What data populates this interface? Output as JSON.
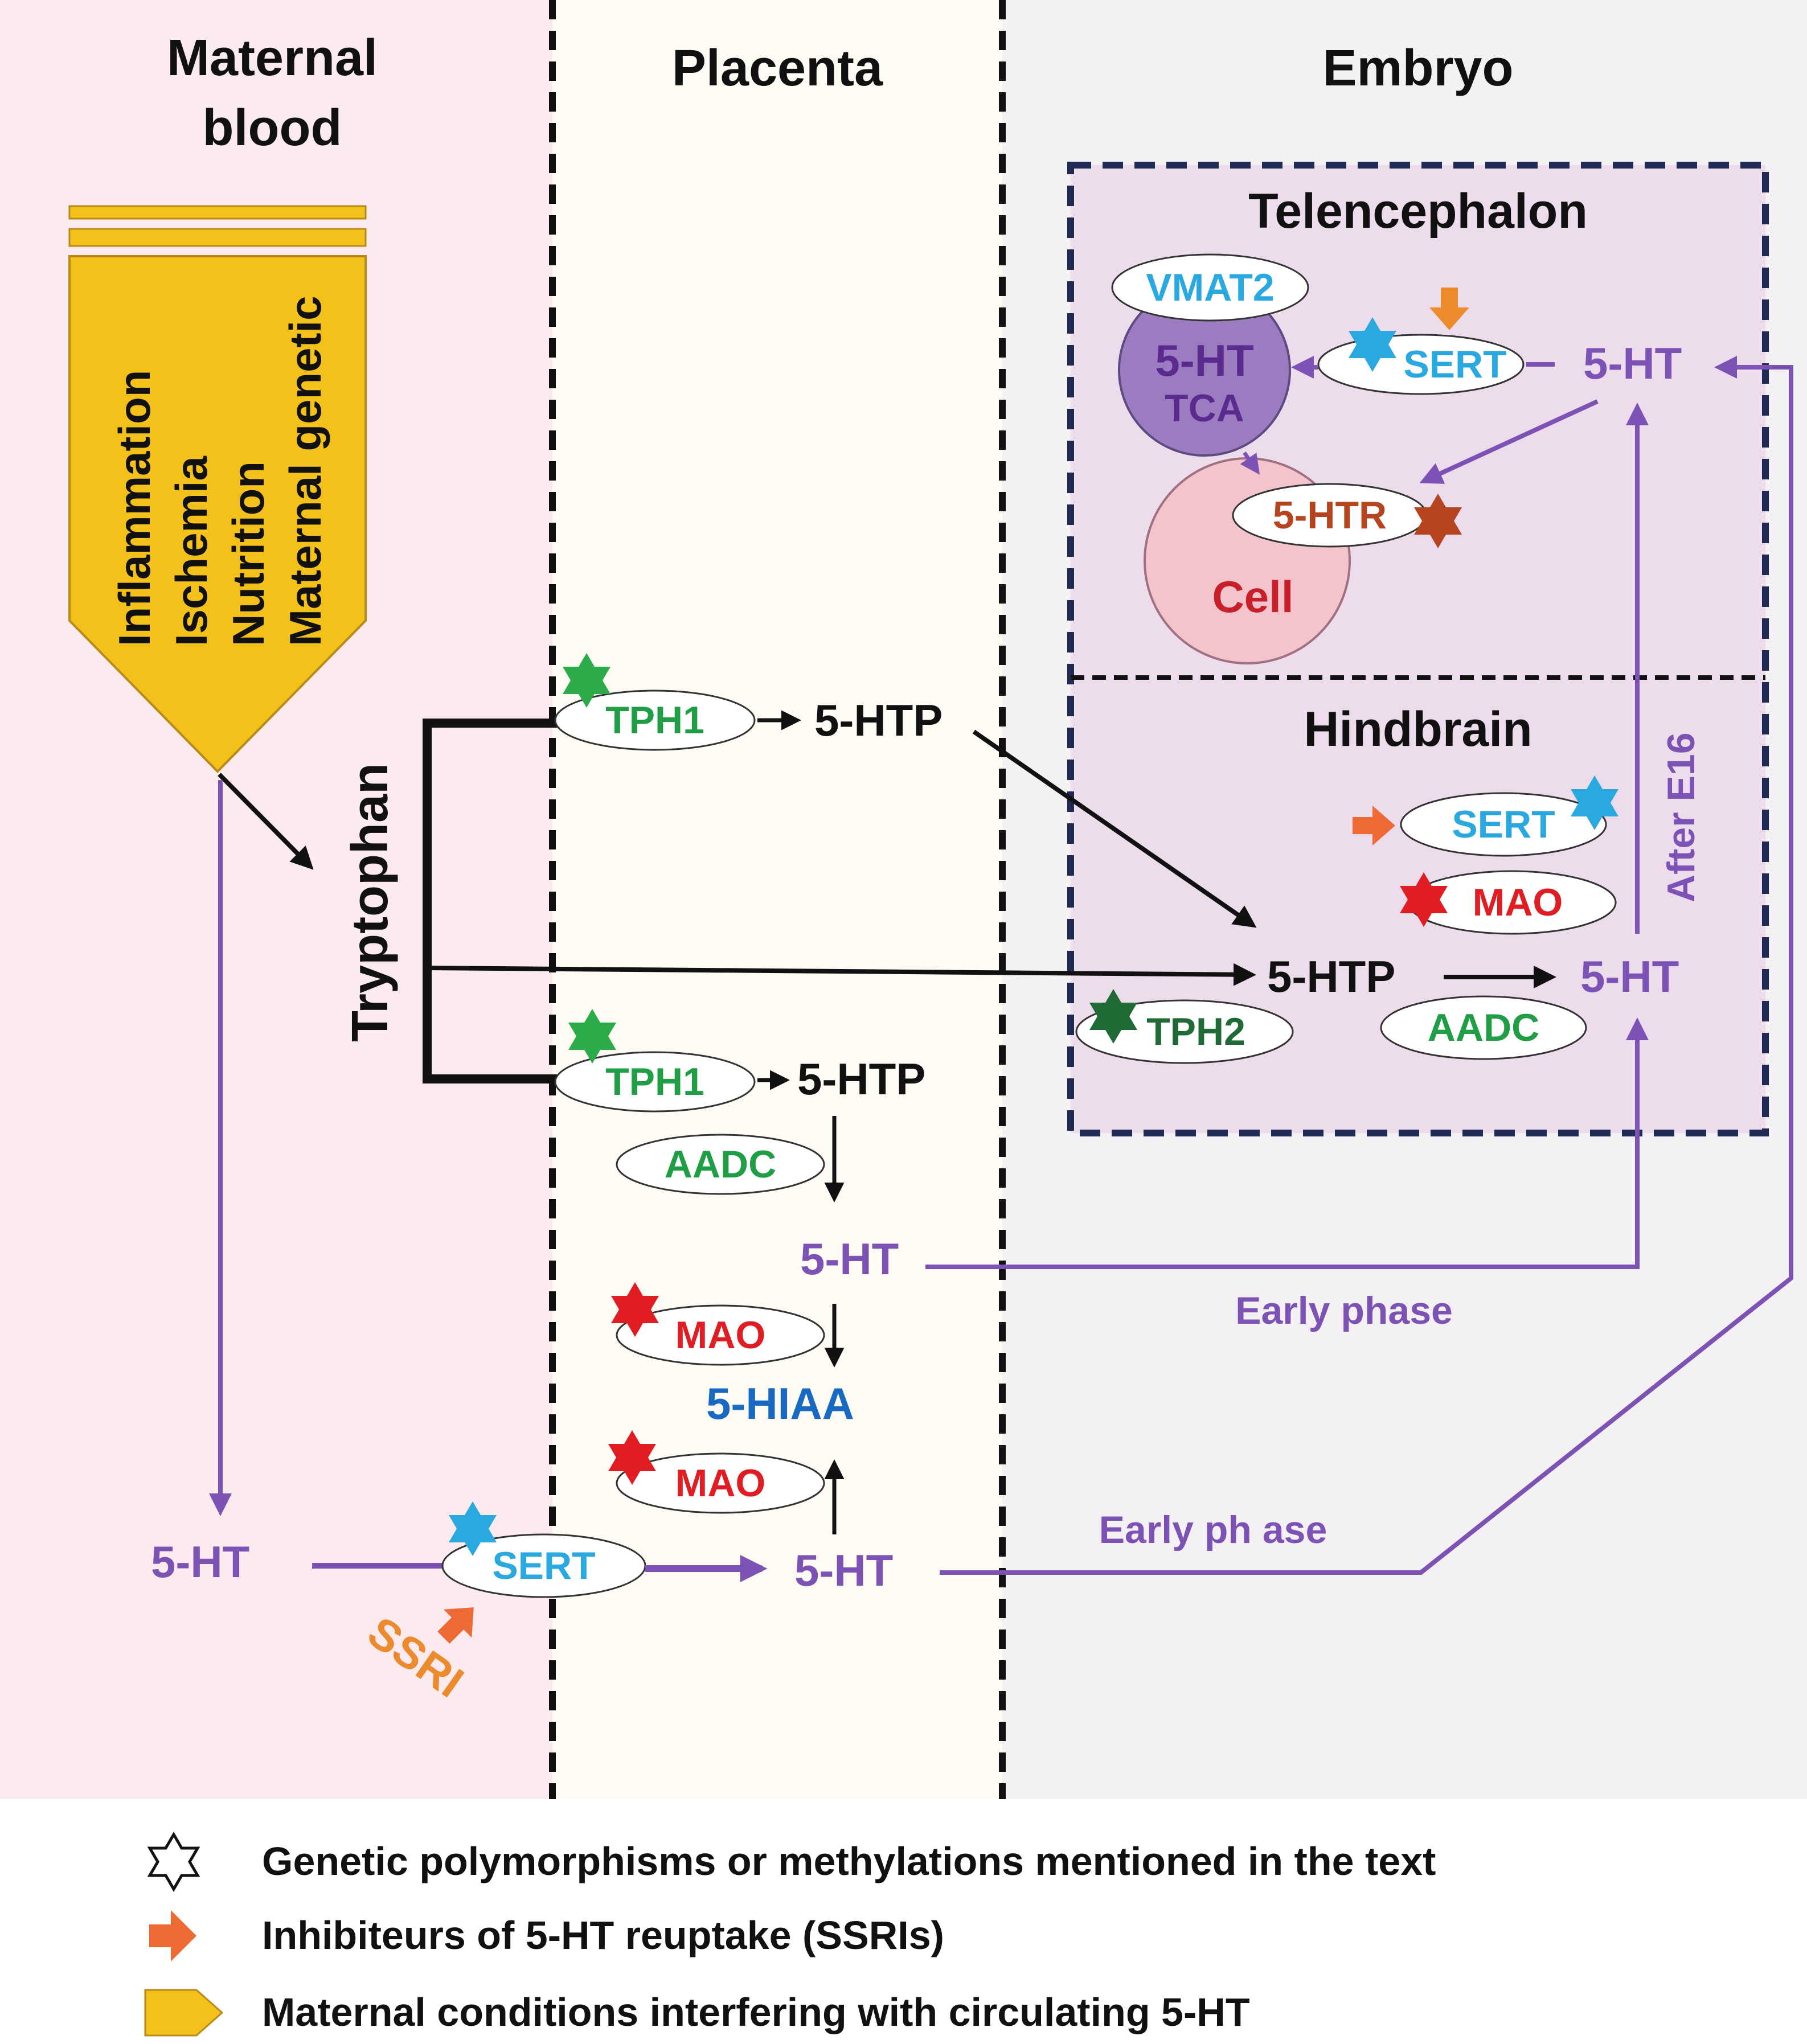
{
  "columns": {
    "maternal_title_line1": "Maternal",
    "maternal_title_line2": "blood",
    "placenta_title": "Placenta",
    "embryo_title": "Embryo"
  },
  "maternal": {
    "conditions": [
      "Inflammation",
      "Ischemia",
      "Nutrition",
      "Maternal genetic"
    ],
    "tryptophan": "Tryptophan",
    "serotonin": "5-HT",
    "transporter": "SERT",
    "drug": "SSRI"
  },
  "placenta": {
    "upper_enzyme": "TPH1",
    "upper_product": "5-HTP",
    "lower_enzyme": "TPH1",
    "lower_product": "5-HTP",
    "decarboxylase": "AADC",
    "serotonin_synth": "5-HT",
    "mao_upper": "MAO",
    "metabolite": "5-HIAA",
    "mao_lower": "MAO",
    "serotonin_uptake": "5-HT"
  },
  "embryo": {
    "telencephalon": {
      "title": "Telencephalon",
      "vesicle": "VMAT2",
      "store_line1": "5-HT",
      "store_line2": "TCA",
      "transporter": "SERT",
      "serotonin": "5-HT",
      "receptor": "5-HTR",
      "cell": "Cell"
    },
    "hindbrain": {
      "title": "Hindbrain",
      "transporter": "SERT",
      "mao": "MAO",
      "precursor": "5-HTP",
      "serotonin": "5-HT",
      "enzyme": "TPH2",
      "decarboxylase": "AADC",
      "after_label": "After E16"
    }
  },
  "pathways": {
    "early_phase_1": "Early phase",
    "early_phase_2": "Early ph ase"
  },
  "legend": {
    "star": "Genetic polymorphisms or methylations mentioned in the text",
    "arrow": "Inhibiteurs of 5-HT reuptake (SSRIs)",
    "pentagon": "Maternal conditions interfering with circulating 5-HT"
  },
  "colors": {
    "maternal_bg": "#fcebee",
    "placenta_bg": "#fdfbf3",
    "embryo_bg": "#f4f1f4",
    "region_bg": "#eddcec",
    "region_border": "#1f2a55",
    "serotonin_purple": "#7c52b4",
    "enzyme_green": "#1f9e45",
    "tph2_green": "#1f6a35",
    "mao_red": "#e11d24",
    "sert_blue": "#2aa9e0",
    "hiaa_blue": "#1769c2",
    "ssri_orange": "#ee8a2e",
    "gold": "#f4c11b",
    "receptor_rust": "#b5441f",
    "cell_pink": "#f3c4cc",
    "tca_purple": "#9b7cc0"
  }
}
